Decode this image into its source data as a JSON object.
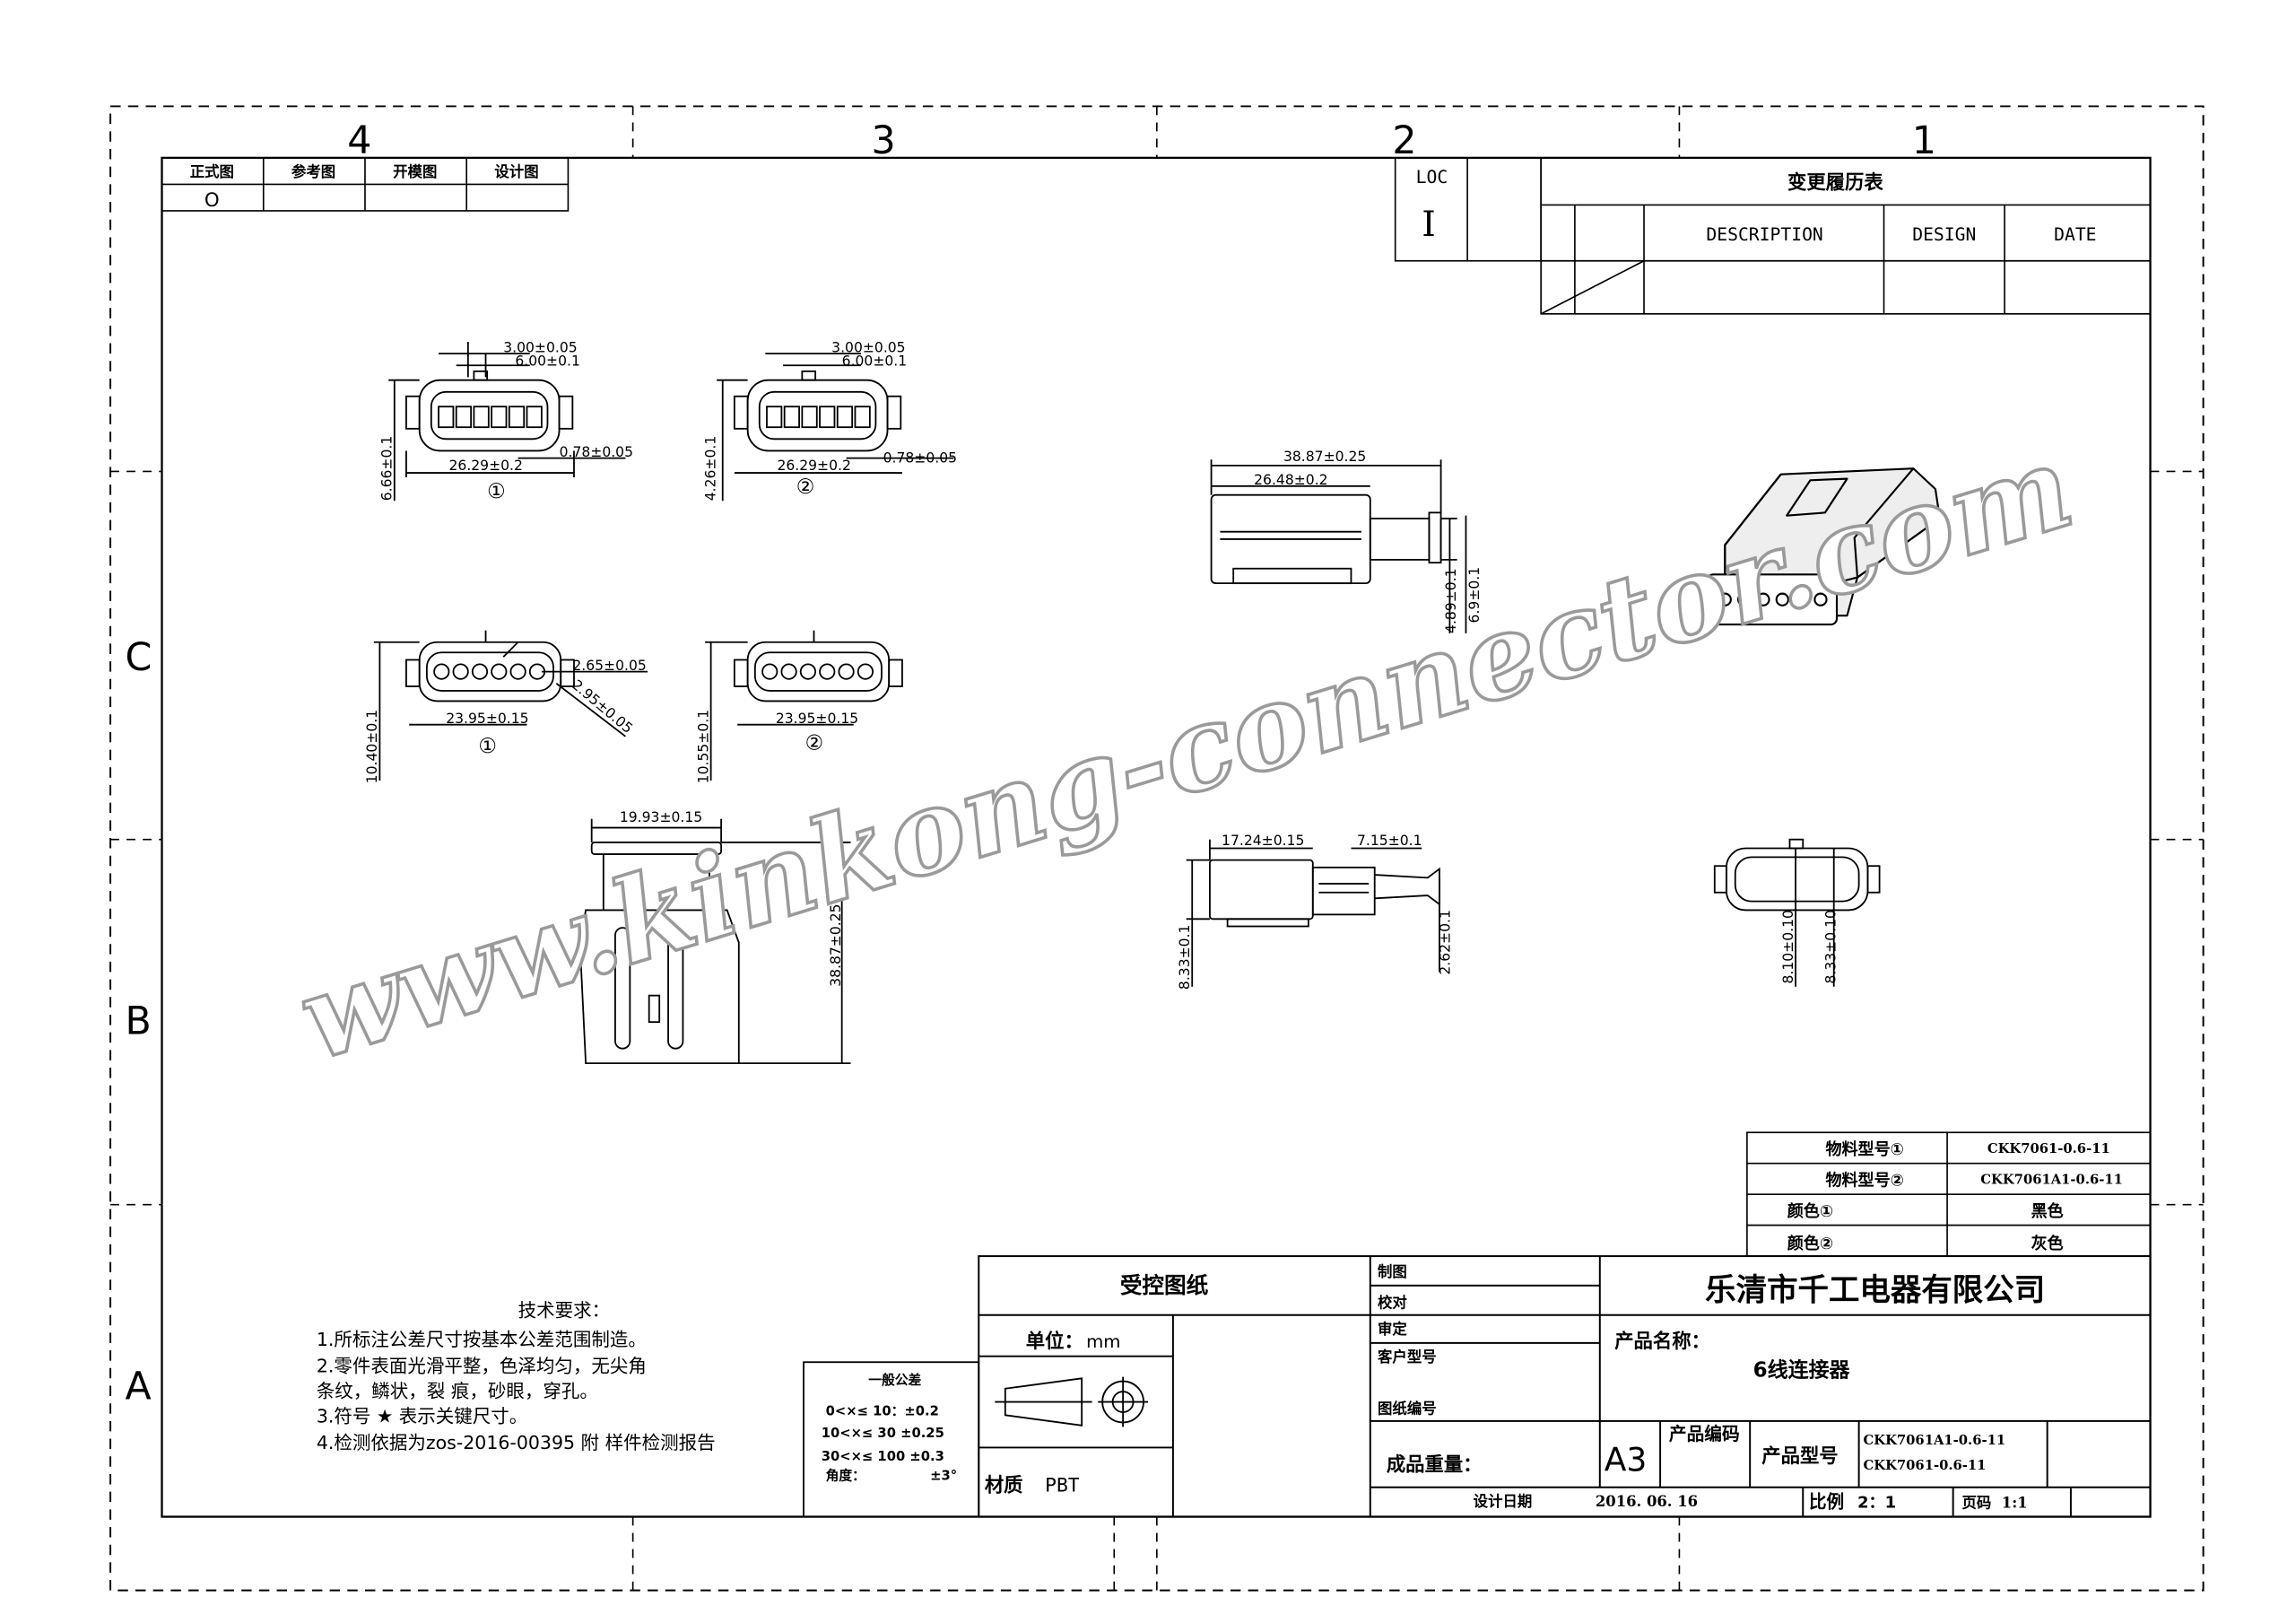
{
  "zones": {
    "top": [
      "4",
      "3",
      "2",
      "1"
    ],
    "left": [
      "C",
      "B",
      "A"
    ]
  },
  "drawing_type_table": {
    "headers": [
      "正式图",
      "参考图",
      "开模图",
      "设计图"
    ],
    "mark": "O"
  },
  "loc_box": {
    "label": "LOC",
    "value": "I"
  },
  "revision_table": {
    "title": "变更履历表",
    "col_description": "DESCRIPTION",
    "col_design": "DESIGN",
    "col_date": "DATE"
  },
  "dimensions": {
    "view1_top": {
      "d1": "3.00±0.05",
      "d2": "6.00±0.1",
      "width": "26.29±0.2",
      "pin": "0.78±0.05",
      "height": "6.66±0.1",
      "label": "①"
    },
    "view2_top": {
      "d1": "3.00±0.05",
      "d2": "6.00±0.1",
      "width": "26.29±0.2",
      "pin": "0.78±0.05",
      "height": "4.26±0.1",
      "label": "②"
    },
    "view1_mid": {
      "hole": "2.65±0.05",
      "diag": "2.95±0.05",
      "width": "23.95±0.15",
      "height": "10.40±0.1",
      "label": "①"
    },
    "view2_mid": {
      "width": "23.95±0.15",
      "height": "10.55±0.1",
      "label": "②"
    },
    "side_view": {
      "total": "38.87±0.25",
      "body": "26.48±0.2",
      "h1": "4.89±0.1",
      "h2": "6.9±0.1"
    },
    "front_view": {
      "width": "19.93±0.15",
      "length": "38.87±0.25"
    },
    "section_view": {
      "d1": "17.24±0.15",
      "d2": "7.15±0.1",
      "h1": "8.33±0.1",
      "h2": "2.62±0.1"
    },
    "end_view": {
      "h1": "8.10±0.10",
      "h2": "8.33±0.10"
    }
  },
  "watermark": "www.kinkong-connector.com",
  "material_table": {
    "rows": [
      {
        "label": "物料型号①",
        "value": "CKK7061-0.6-11"
      },
      {
        "label": "物料型号②",
        "value": "CKK7061A1-0.6-11"
      },
      {
        "label": "颜色①",
        "value": "黑色"
      },
      {
        "label": "颜色②",
        "value": "灰色"
      }
    ]
  },
  "title_block": {
    "controlled": "受控图纸",
    "unit_label": "单位：",
    "unit_value": "mm",
    "material_label": "材质",
    "material_value": "PBT",
    "roles": [
      "制图",
      "校对",
      "审定",
      "客户型号",
      "图纸编号",
      "成品重量："
    ],
    "company": "乐清市千工电器有限公司",
    "product_name_label": "产品名称：",
    "product_name": "6线连接器",
    "sheet_size": "A3",
    "product_code_label": "产品编码",
    "product_model_label": "产品型号",
    "models": [
      "CKK7061A1-0.6-11",
      "CKK7061-0.6-11"
    ],
    "design_date_label": "设计日期",
    "design_date": "2016. 06. 16",
    "scale_label": "比例",
    "scale_value": "2：1",
    "page_label": "页码",
    "page_value": "1:1"
  },
  "tolerance": {
    "title": "一般公差",
    "rows": [
      "0<×≤ 10：±0.2",
      "10<×≤ 30 ±0.25",
      "30<×≤ 100 ±0.3"
    ],
    "angle_label": "角度：",
    "angle_value": "±3°"
  },
  "tech_requirements": {
    "title": "技术要求：",
    "items": [
      "1.所标注公差尺寸按基本公差范围制造。",
      "2.零件表面光滑平整，色泽均匀，无尖角",
      "  条纹，鳞状，裂    痕，砂眼，穿孔。",
      "3.符号 ★ 表示关键尺寸。",
      "4.检测依据为zos-2016-00395  附 样件检测报告"
    ]
  }
}
